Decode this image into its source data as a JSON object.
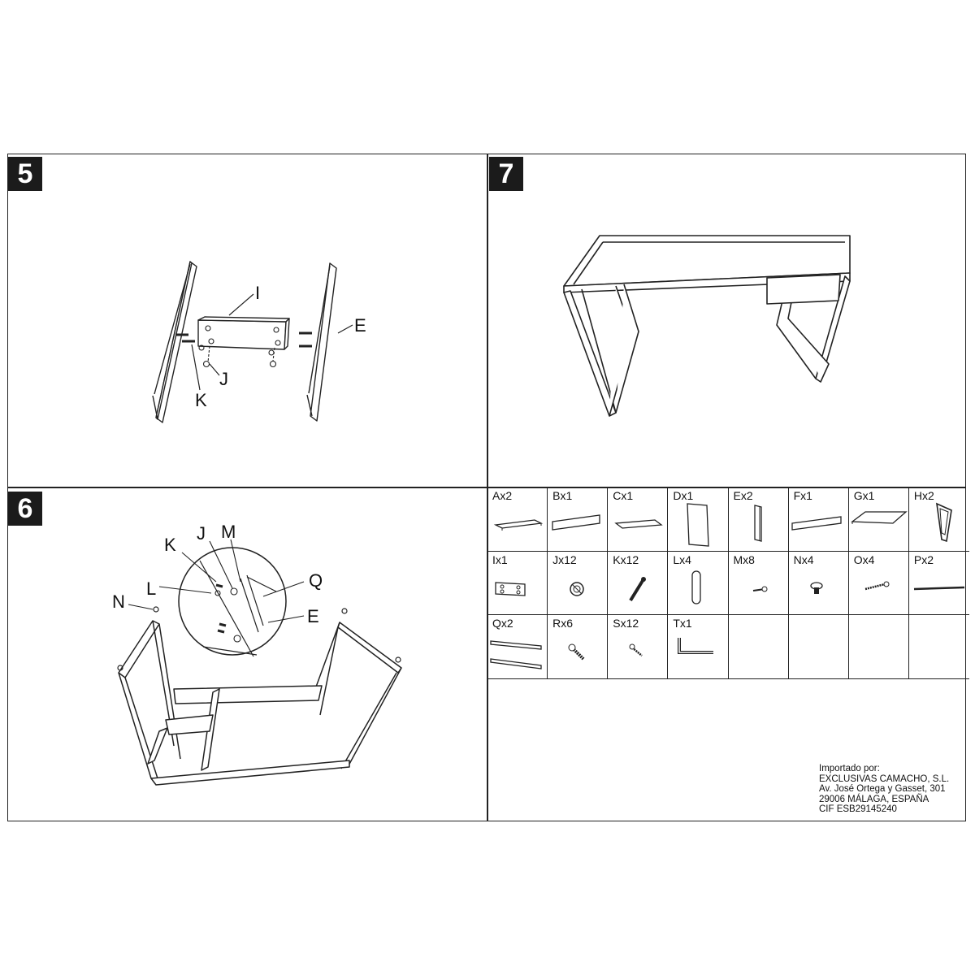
{
  "steps": {
    "step5": {
      "number": "5",
      "labels": {
        "I": "I",
        "E": "E",
        "J": "J",
        "K": "K"
      }
    },
    "step6": {
      "number": "6",
      "labels": {
        "K": "K",
        "J": "J",
        "M": "M",
        "L": "L",
        "N": "N",
        "Q": "Q",
        "E": "E"
      }
    },
    "step7": {
      "number": "7"
    }
  },
  "parts": [
    {
      "label": "Ax2",
      "icon": "shelf-board-icon"
    },
    {
      "label": "Bx1",
      "icon": "back-panel-icon"
    },
    {
      "label": "Cx1",
      "icon": "thin-board-icon"
    },
    {
      "label": "Dx1",
      "icon": "drawer-front-icon"
    },
    {
      "label": "Ex2",
      "icon": "side-rail-icon"
    },
    {
      "label": "Fx1",
      "icon": "long-panel-icon"
    },
    {
      "label": "Gx1",
      "icon": "desktop-top-icon"
    },
    {
      "label": "Hx2",
      "icon": "leg-frame-icon"
    },
    {
      "label": "Ix1",
      "icon": "connector-plate-icon"
    },
    {
      "label": "Jx12",
      "icon": "cam-lock-icon"
    },
    {
      "label": "Kx12",
      "icon": "cam-bolt-icon"
    },
    {
      "label": "Lx4",
      "icon": "wood-dowel-icon"
    },
    {
      "label": "Mx8",
      "icon": "small-screw-icon"
    },
    {
      "label": "Nx4",
      "icon": "leveling-foot-icon"
    },
    {
      "label": "Ox4",
      "icon": "wood-screw-icon"
    },
    {
      "label": "Px2",
      "icon": "long-rod-icon"
    },
    {
      "label": "Qx2",
      "icon": "drawer-slide-icon"
    },
    {
      "label": "Rx6",
      "icon": "machine-screw-icon"
    },
    {
      "label": "Sx12",
      "icon": "short-screw-icon"
    },
    {
      "label": "Tx1",
      "icon": "allen-key-icon"
    }
  ],
  "importer": {
    "line1": "Importado por:",
    "line2": "EXCLUSIVAS CAMACHO, S.L.",
    "line3": "Av. José Ortega y Gasset, 301",
    "line4": "29006 MÁLAGA, ESPAÑA",
    "line5": "CIF ESB29145240"
  }
}
